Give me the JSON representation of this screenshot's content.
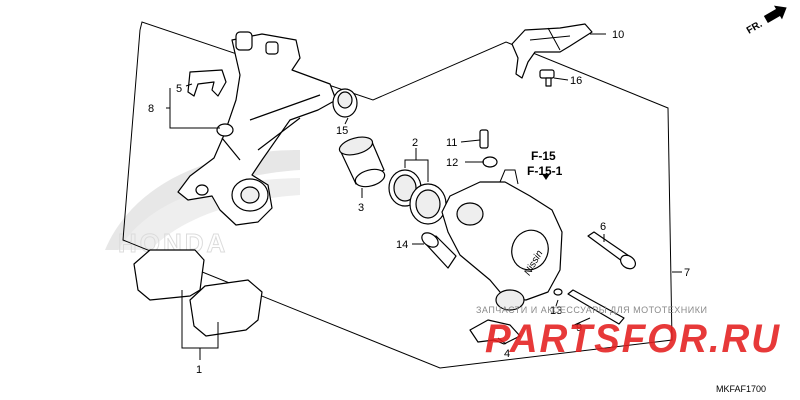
{
  "diagram": {
    "direction_label": "FR.",
    "ref_labels": [
      "F-15",
      "F-15-1"
    ],
    "diagram_code": "MKFAF1700",
    "callouts": [
      "1",
      "2",
      "3",
      "4",
      "5",
      "6",
      "7",
      "8",
      "9",
      "10",
      "11",
      "12",
      "13",
      "14",
      "15",
      "16"
    ],
    "honda_watermark": "HONDA",
    "site_watermark_text": "ЗАПЧАСТИ И АКСЕССУАРЫ ДЛЯ МОТОТЕХНИКИ",
    "site_watermark_logo": "PARTSFOR.RU",
    "logo_colors": {
      "red": "#e41e1e",
      "gray": "#8a8a8a"
    }
  }
}
